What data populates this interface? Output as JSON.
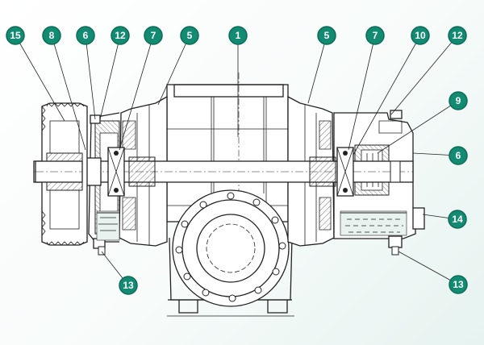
{
  "diagram": {
    "callouts": [
      {
        "id": "c15",
        "label": "15"
      },
      {
        "id": "c8",
        "label": "8"
      },
      {
        "id": "c6a",
        "label": "6"
      },
      {
        "id": "c12a",
        "label": "12"
      },
      {
        "id": "c7a",
        "label": "7"
      },
      {
        "id": "c5a",
        "label": "5"
      },
      {
        "id": "c1",
        "label": "1"
      },
      {
        "id": "c5b",
        "label": "5"
      },
      {
        "id": "c7b",
        "label": "7"
      },
      {
        "id": "c10",
        "label": "10"
      },
      {
        "id": "c12b",
        "label": "12"
      },
      {
        "id": "c9",
        "label": "9"
      },
      {
        "id": "c6b",
        "label": "6"
      },
      {
        "id": "c14",
        "label": "14"
      },
      {
        "id": "c13a",
        "label": "13"
      },
      {
        "id": "c13b",
        "label": "13"
      }
    ],
    "colors": {
      "callout_fill": "#138a72",
      "callout_ring": "#0d6b58",
      "line": "#222222",
      "oil": "#e8f2ef",
      "background_tint": "#e6f3f0"
    }
  }
}
